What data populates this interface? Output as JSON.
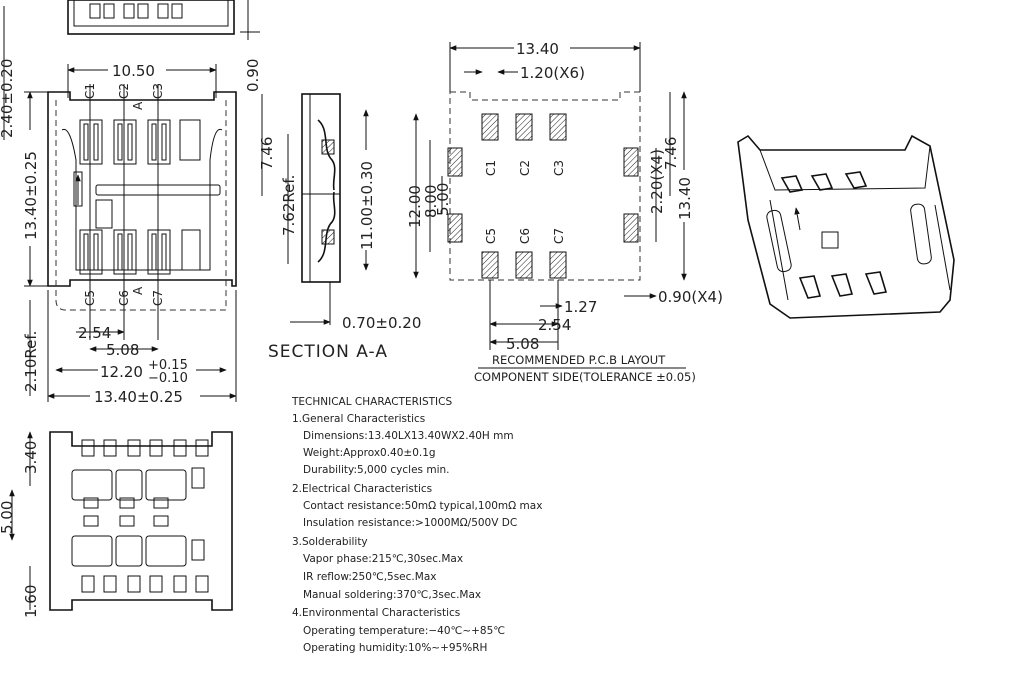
{
  "top_view": {
    "width_dim": "10.50",
    "height_dim": "13.40±0.25",
    "total_height_dim": "2.40±0.20",
    "step_dim": "0.90",
    "pitch_a": "2.54",
    "pitch_b": "5.08",
    "inner_width_main": "12.20",
    "inner_width_tol_plus": "+0.15",
    "inner_width_tol_minus": "−0.10",
    "overall_width": "13.40±0.25",
    "ref_dim": "2.10Ref.",
    "contacts_top": [
      "C1",
      "C2",
      "C3"
    ],
    "contacts_bottom": [
      "C5",
      "C6",
      "C7"
    ],
    "section_mark": "A"
  },
  "section_view": {
    "dim_746": "7.46",
    "dim_762ref": "7.62Ref.",
    "dim_1100": "11.00±0.30",
    "dim_070": "0.70±0.20",
    "title": "SECTION A-A"
  },
  "pcb_layout": {
    "overall_width": "13.40",
    "pad_width": "1.20(X6)",
    "dim_1200": "12.00",
    "dim_800": "8.00",
    "dim_500": "5.00",
    "dim_220": "2.20(X4)",
    "dim_746": "7.46",
    "dim_1340": "13.40",
    "dim_127": "1.27",
    "dim_090": "0.90(X4)",
    "dim_254": "2.54",
    "dim_508": "5.08",
    "pads_top": [
      "C1",
      "C2",
      "C3"
    ],
    "pads_bottom": [
      "C5",
      "C6",
      "C7"
    ],
    "title": "RECOMMENDED P.C.B LAYOUT",
    "subtitle": "COMPONENT SIDE(TOLERANCE ±0.05)"
  },
  "bottom_view": {
    "dim_340": "3.40",
    "dim_500": "5.00",
    "dim_160": "1.60"
  },
  "tech": {
    "title": "TECHNICAL CHARACTERISTICS",
    "sections": [
      {
        "heading": "1.General Characteristics",
        "items": [
          "Dimensions:13.40LX13.40WX2.40H mm",
          "Weight:Approx0.40±0.1g",
          "Durability:5,000 cycles min."
        ]
      },
      {
        "heading": "2.Electrical Characteristics",
        "items": [
          "Contact resistance:50mΩ typical,100mΩ max",
          "Insulation resistance:>1000MΩ/500V DC"
        ]
      },
      {
        "heading": "3.Solderability",
        "items": [
          "Vapor phase:215℃,30sec.Max",
          "IR reflow:250℃,5sec.Max",
          "Manual soldering:370℃,3sec.Max"
        ]
      },
      {
        "heading": "4.Environmental Characteristics",
        "items": [
          "Operating temperature:−40℃~+85℃",
          "Operating humidity:10%~+95%RH"
        ]
      }
    ]
  }
}
